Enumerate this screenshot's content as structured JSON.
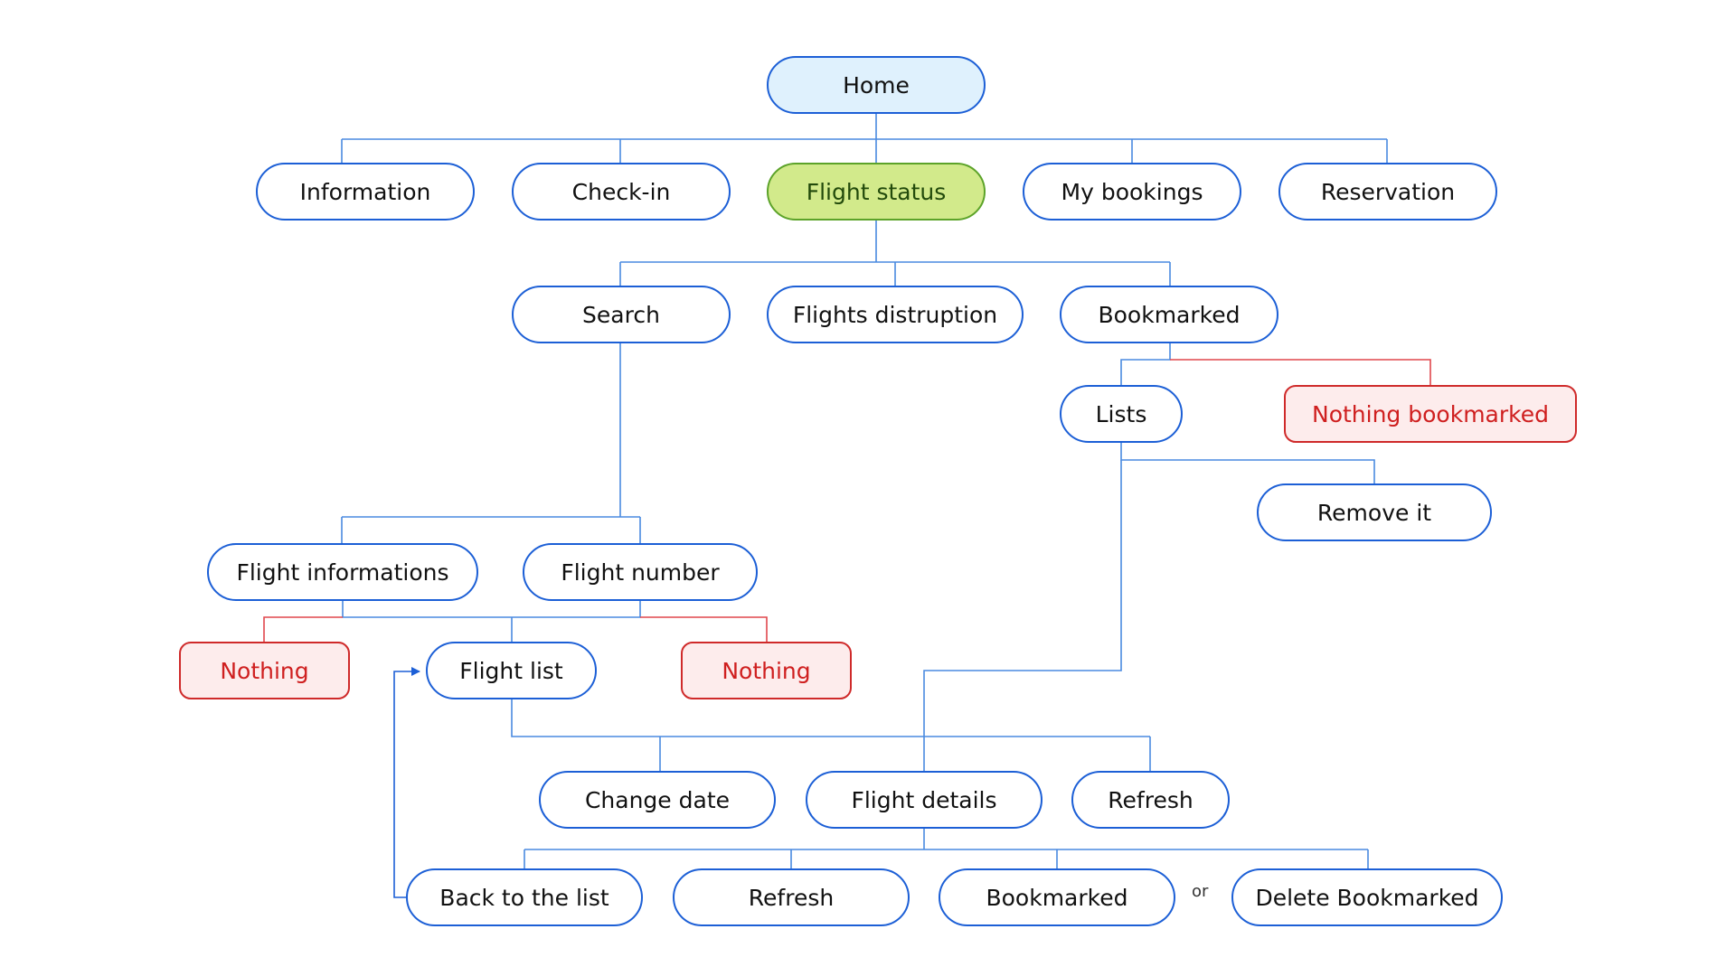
{
  "colors": {
    "connector": "#4a8ae0",
    "connector_negative": "#e0474c",
    "back_arrow": "#1c5fd6",
    "node_border": "#1c5fd6",
    "root_fill": "#dff1fd",
    "current_fill": "#d2ea8b",
    "current_border": "#5ca329",
    "empty_fill": "#fdecec",
    "empty_border": "#cf2a2a"
  },
  "nodes": {
    "home": "Home",
    "information": "Information",
    "checkin": "Check-in",
    "flight_status": "Flight status",
    "my_bookings": "My bookings",
    "reservation": "Reservation",
    "search": "Search",
    "flights_disruption": "Flights distruption",
    "bookmarked": "Bookmarked",
    "lists": "Lists",
    "nothing_bookmarked": "Nothing bookmarked",
    "remove_it": "Remove it",
    "flight_informations": "Flight informations",
    "flight_number": "Flight number",
    "nothing_left": "Nothing",
    "flight_list": "Flight list",
    "nothing_right": "Nothing",
    "change_date": "Change date",
    "flight_details": "Flight details",
    "refresh_list": "Refresh",
    "back_to_list": "Back to the list",
    "refresh_details": "Refresh",
    "bookmarked_action": "Bookmarked",
    "or": "or",
    "delete_bookmarked": "Delete Bookmarked"
  }
}
